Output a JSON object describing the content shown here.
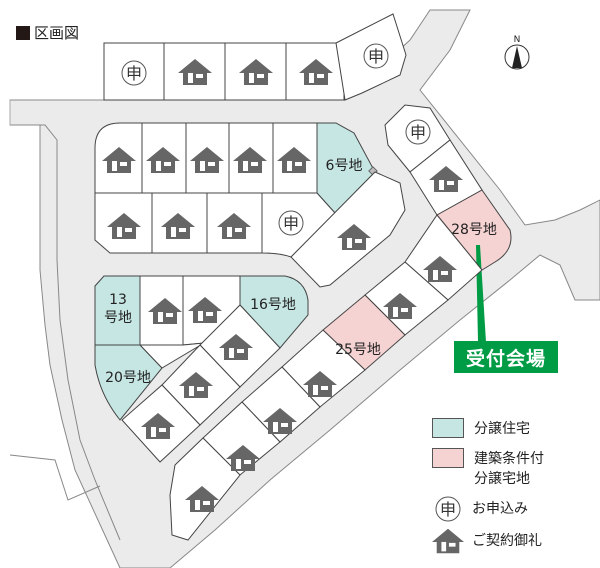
{
  "title": "区画図",
  "compass": {
    "label": "N"
  },
  "colors": {
    "road": "#ebebeb",
    "lot": "#ffffff",
    "sold_house": "#c6e6e3",
    "conditional_land": "#f6d3d3",
    "house_icon": "#666666",
    "reception": "#009b45"
  },
  "lots": [
    {
      "id": "top-1",
      "status": "application"
    },
    {
      "id": "top-2",
      "status": "contracted"
    },
    {
      "id": "top-3",
      "status": "contracted"
    },
    {
      "id": "top-4",
      "status": "contracted"
    },
    {
      "id": "top-5",
      "status": "application"
    },
    {
      "id": "lot-6",
      "label": "6号地",
      "type": "分譲住宅"
    },
    {
      "id": "lot-13",
      "label": "13\n号地",
      "type": "分譲住宅"
    },
    {
      "id": "lot-16",
      "label": "16号地",
      "type": "分譲住宅"
    },
    {
      "id": "lot-20",
      "label": "20号地",
      "type": "分譲住宅"
    },
    {
      "id": "lot-25",
      "label": "25号地",
      "type": "建築条件付分譲宅地"
    },
    {
      "id": "lot-28",
      "label": "28号地",
      "type": "建築条件付分譲宅地"
    }
  ],
  "labels": {
    "lot6": "6号地",
    "lot13_a": "13",
    "lot13_b": "号地",
    "lot16": "16号地",
    "lot20": "20号地",
    "lot25": "25号地",
    "lot28": "28号地",
    "application_glyph": "申"
  },
  "reception": {
    "label": "受付会場"
  },
  "legend": {
    "items": [
      {
        "key": "sold_house",
        "label": "分譲住宅"
      },
      {
        "key": "conditional_land",
        "label_line1": "建築条件付",
        "label_line2": "分譲宅地"
      },
      {
        "key": "application",
        "label": "お申込み"
      },
      {
        "key": "contracted",
        "label": "ご契約御礼"
      }
    ]
  }
}
